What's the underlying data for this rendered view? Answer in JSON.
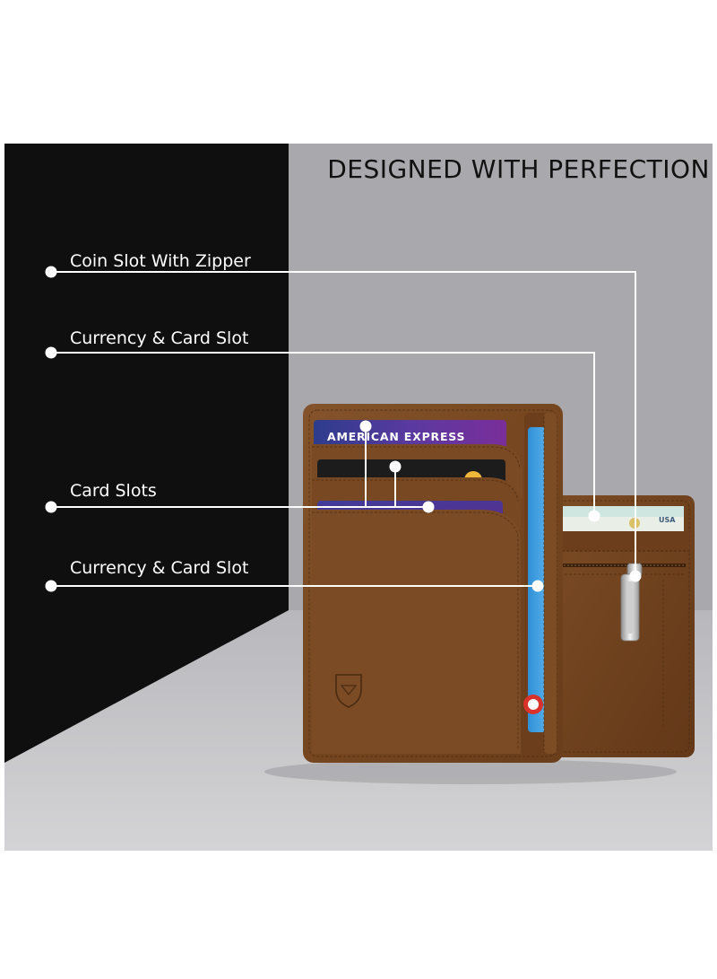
{
  "headline": "DESIGNED WITH PERFECTION",
  "callouts": [
    {
      "label": "Coin Slot With Zipper"
    },
    {
      "label": "Currency & Card Slot"
    },
    {
      "label": "Card Slots"
    },
    {
      "label": "Currency & Card Slot"
    }
  ],
  "card_brand": "AMERICAN EXPRESS",
  "id_card_country": "USA",
  "colors": {
    "dark_panel": "#0f0f0f",
    "light_panel": "#a9a9ad",
    "floor": "#c9c9cc",
    "leather": "#7a4a24",
    "leather_dark": "#5a3417",
    "callout_line": "#ffffff"
  },
  "icons": [
    "shield-logo-icon",
    "zipper-pull-icon",
    "callout-dot-icon"
  ]
}
